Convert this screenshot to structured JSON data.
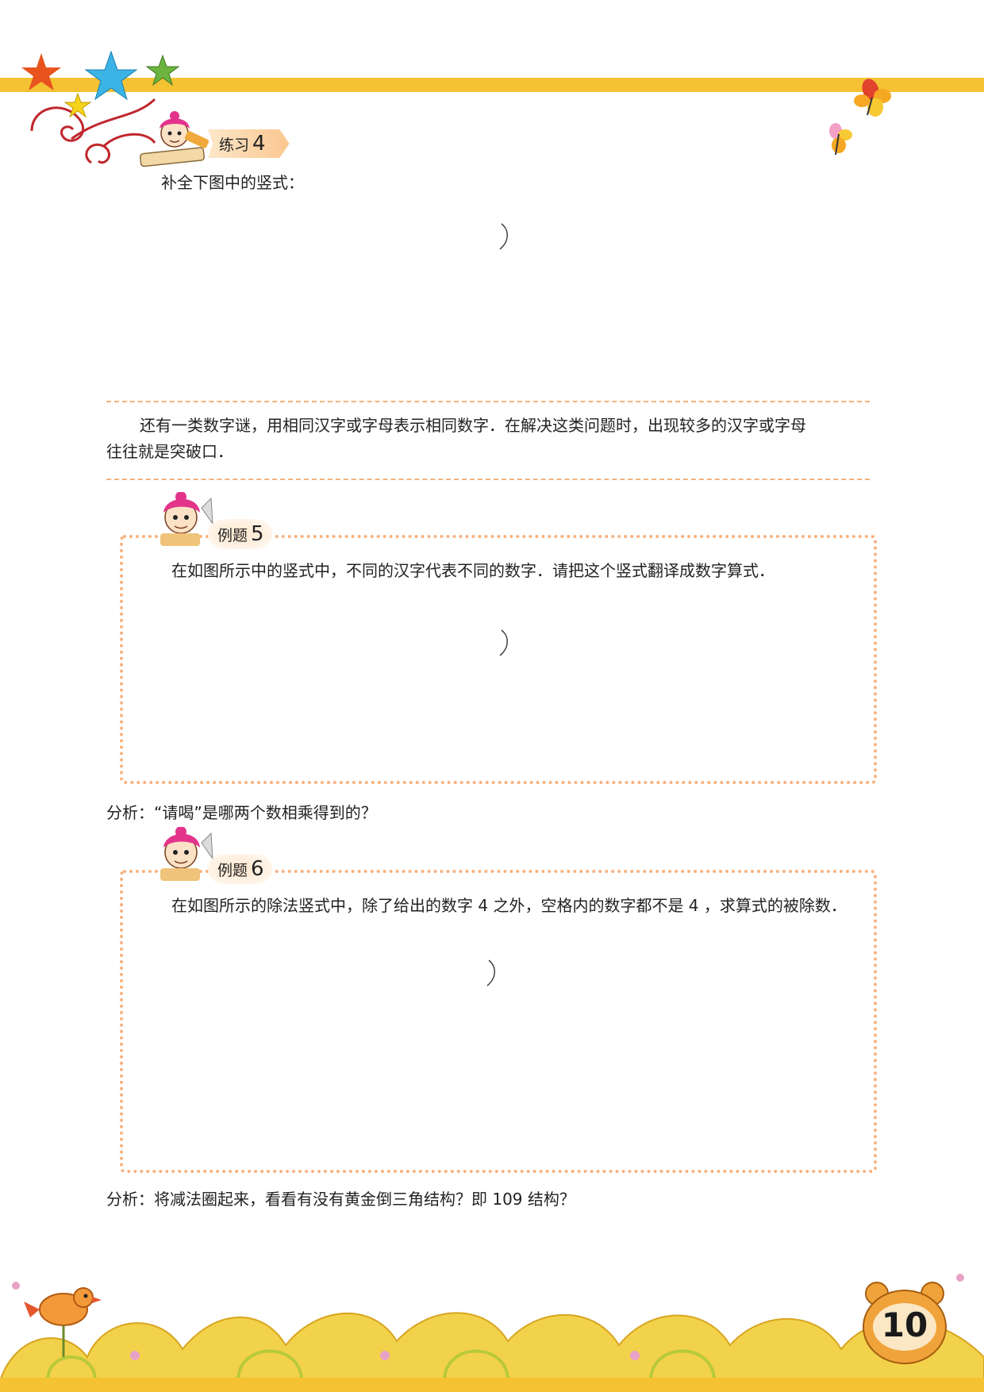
{
  "header": {
    "practice_label": "练习",
    "practice_number": "4"
  },
  "practice4": {
    "instruction": "补全下图中的竖式："
  },
  "intro": {
    "line1": "还有一类数字谜，用相同汉字或字母表示相同数字．在解决这类问题时，出现较多的汉字或字母",
    "line2": "往往就是突破口．"
  },
  "example5": {
    "label": "例题",
    "number": "5",
    "problem": "在如图所示中的竖式中，不同的汉字代表不同的数字．请把这个竖式翻译成数字算式．",
    "analysis": "分析：“请喝”是哪两个数相乘得到的？"
  },
  "example6": {
    "label": "例题",
    "number": "6",
    "problem": "在如图所示的除法竖式中，除了给出的数字 4 之外，空格内的数字都不是 4 ，求算式的被除数．",
    "analysis": "分析：将减法圈起来，看看有没有黄金倒三角结构？即 109 结构？"
  },
  "footer": {
    "page_number": "10"
  },
  "colors": {
    "band": "#f4c233",
    "dash": "#f2b27d",
    "box_border": "#f7b27f",
    "tag": "#fbc68f"
  }
}
